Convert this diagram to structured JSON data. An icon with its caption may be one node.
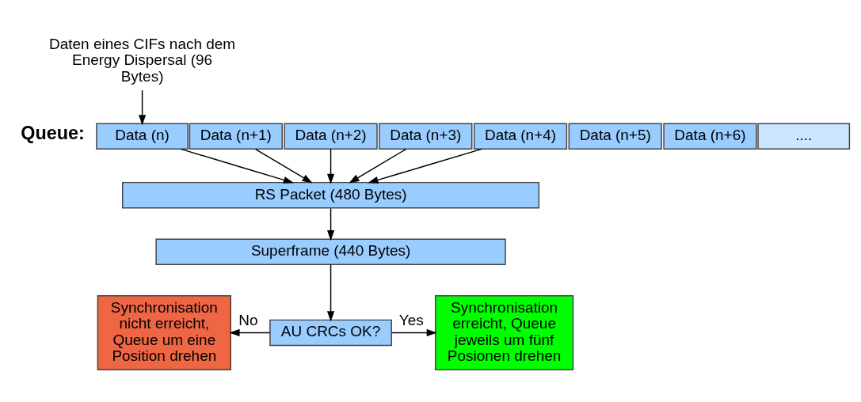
{
  "diagram": {
    "nodes": [
      {
        "text": [
          "Daten eines CIFs nach dem Energy Dispersal (96 Bytes)"
        ]
      },
      {
        "text": [
          "Data (n)"
        ]
      },
      {
        "text": [
          "Data (n+1)"
        ]
      },
      {
        "text": [
          "Data (n+2)"
        ]
      },
      {
        "text": [
          "Data (n+3)"
        ]
      },
      {
        "text": [
          "Data (n+4)"
        ]
      },
      {
        "text": [
          "Data (n+5)"
        ]
      },
      {
        "text": [
          "Data (n+6)"
        ]
      },
      {
        "text": [
          "...."
        ]
      },
      {
        "text": [
          "RS Packet (480 Bytes)"
        ]
      },
      {
        "text": [
          "Superframe (440 Bytes)"
        ]
      },
      {
        "text": [
          "AU CRCs OK?"
        ]
      },
      {
        "text": [
          "Synchronisation nicht erreicht, Queue um eine Position drehen"
        ]
      },
      {
        "text": [
          "Synchronisation erreicht, Queue jeweils um fünf Posionen drehen"
        ]
      }
    ],
    "edges": [
      {
        "from": 0,
        "to": 1,
        "arrow": "to"
      },
      {
        "from": 1,
        "to": 9,
        "arrow": "to"
      },
      {
        "from": 2,
        "to": 9,
        "arrow": "to"
      },
      {
        "from": 3,
        "to": 9,
        "arrow": "to"
      },
      {
        "from": 4,
        "to": 9,
        "arrow": "to"
      },
      {
        "from": 5,
        "to": 9,
        "arrow": "to"
      },
      {
        "from": 9,
        "to": 10,
        "arrow": "to"
      },
      {
        "from": 10,
        "to": 11,
        "arrow": "to"
      },
      {
        "from": 11,
        "to": 12,
        "label": "No",
        "arrow": "to"
      },
      {
        "from": 11,
        "to": 13,
        "label": "Yes",
        "arrow": "to"
      }
    ],
    "labels": [
      "Queue:"
    ]
  }
}
